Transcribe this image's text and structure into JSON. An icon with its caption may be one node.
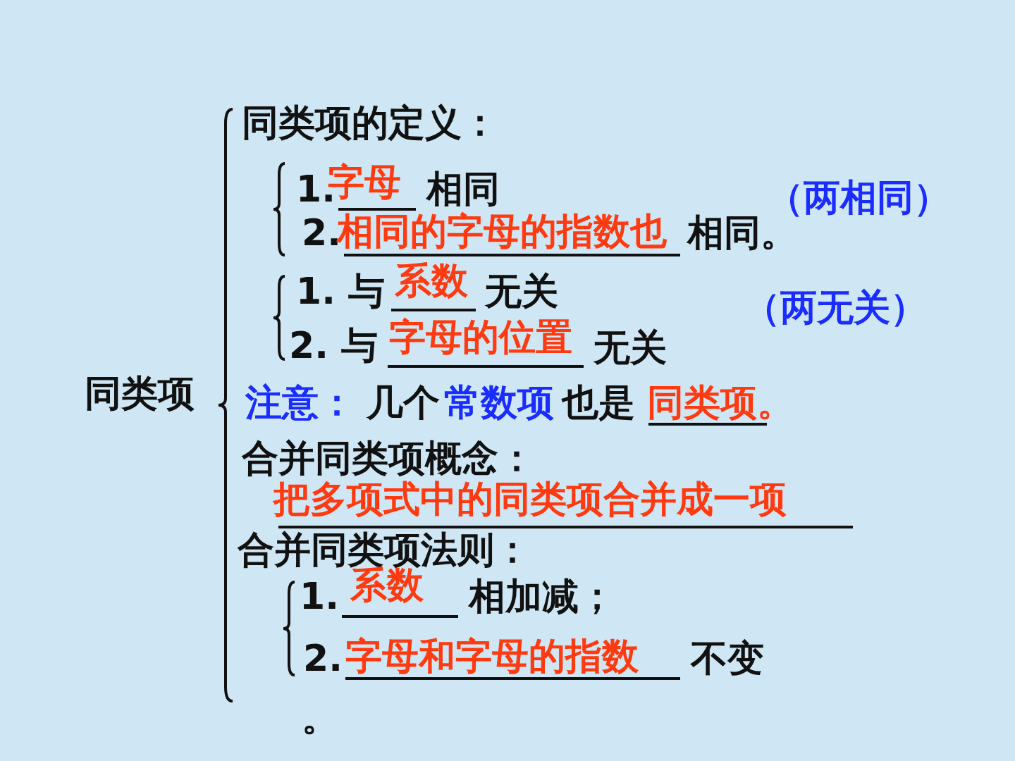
{
  "diagram": {
    "labels": [
      "同类项的定义：",
      "1.",
      "字母",
      "相同",
      "2.",
      "相同的字母的指数也",
      "相同。",
      "（两相同）",
      "1. 与",
      "系数",
      "无关",
      "（两无关）",
      "2. 与",
      "字母的位置",
      "无关",
      "注意：",
      "几个",
      "常数项",
      "也是",
      "同类项。",
      "合并同类项概念：",
      "把多项式中的同类项合并成一项",
      "合并同类项法则：",
      "1.",
      "系数",
      "相加减；",
      "2.",
      "字母和字母的指数",
      "不变",
      "。",
      "同类项"
    ]
  }
}
